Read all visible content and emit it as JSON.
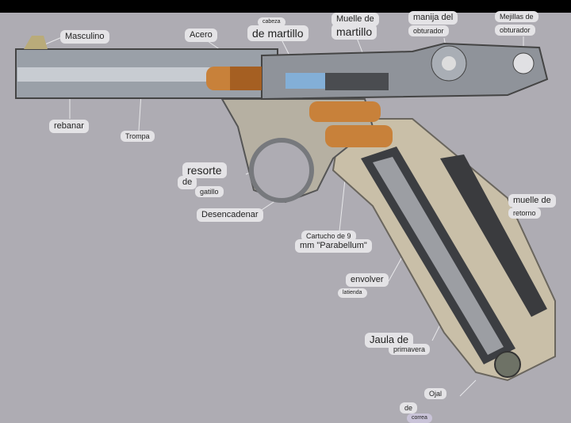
{
  "labels": {
    "masculino": "Masculino",
    "acero": "Acero",
    "cabeza": "cabeza",
    "de_martillo": "de martillo",
    "muelle_de": "Muelle de",
    "martillo": "martillo",
    "manija_del": "manija del",
    "manija_obturador": "obturador",
    "mejillas_de": "Mejillas de",
    "mejillas_obturador": "obturador",
    "rebanar": "rebanar",
    "trompa": "Trompa",
    "resorte": "resorte",
    "resorte_de": "de",
    "gatillo": "gatillo",
    "desencadenar": "Desencadenar",
    "cartucho_1": "Cartucho de 9",
    "cartucho_2": "mm \"Parabellum\"",
    "muelle_retorno_1": "muelle de",
    "muelle_retorno_2": "retorno",
    "envolver": "envolver",
    "latienda": "latienda",
    "jaula_de": "Jaula de",
    "primavera": "primavera",
    "ojal": "Ojal",
    "ojal_de": "de",
    "correa": "correa"
  },
  "colors": {
    "background": "#aeacb3",
    "steel": "#8f939a",
    "brass": "#c8813a",
    "frame": "#c9bfa8"
  }
}
